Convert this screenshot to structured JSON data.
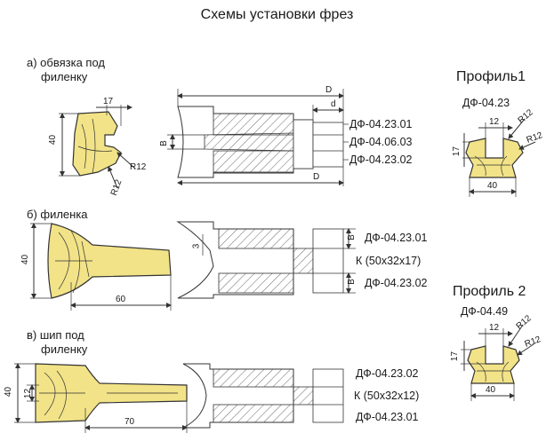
{
  "title": "Схемы установки фрез",
  "sections": {
    "a": {
      "label_line1": "а) обвязка под",
      "label_line2": "филенку",
      "dims": {
        "width": "17",
        "height": "40",
        "radius1": "R12",
        "radius2": "R12"
      },
      "stack_dims": {
        "D": "D",
        "d": "d",
        "B": "B",
        "D2": "D"
      },
      "parts": [
        "ДФ-04.23.01",
        "ДФ-04.06.03",
        "ДФ-04.23.02"
      ]
    },
    "b": {
      "label": "б) филенка",
      "dims": {
        "height": "40",
        "length": "60"
      },
      "stack_dims": {
        "three": "3",
        "B1": "B",
        "B2": "B"
      },
      "parts": [
        "ДФ-04.23.01",
        "К (50х32х17)",
        "ДФ-04.23.02"
      ]
    },
    "c": {
      "label_line1": "в) шип под",
      "label_line2": "филенку",
      "dims": {
        "height": "40",
        "tenon": "12",
        "length": "70"
      },
      "parts": [
        "ДФ-04.23.02",
        "К (50х32х12)",
        "ДФ-04.23.01"
      ]
    }
  },
  "profiles": [
    {
      "title": "Профиль1",
      "cutter": "ДФ-04.23",
      "dims": {
        "slot": "12",
        "r1": "R12",
        "r2": "R12",
        "depth": "17",
        "width": "40"
      }
    },
    {
      "title": "Профиль 2",
      "cutter": "ДФ-04.49",
      "dims": {
        "slot": "12",
        "r1": "R12",
        "r2": "R12",
        "depth": "17",
        "width": "40"
      }
    }
  ],
  "colors": {
    "profile_fill": "#f2e388",
    "line": "#333333",
    "background": "#ffffff"
  }
}
